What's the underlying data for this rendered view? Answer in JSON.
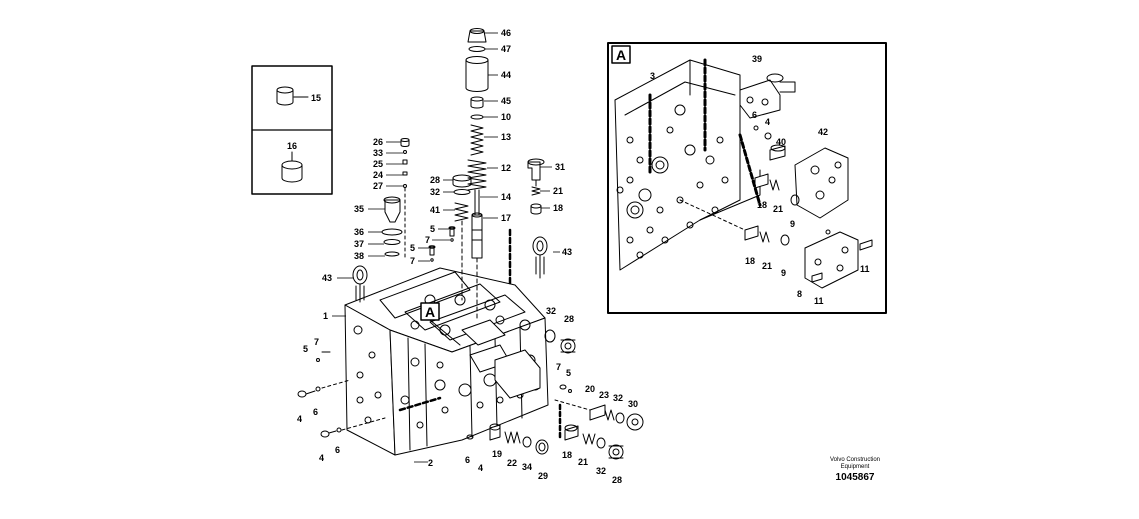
{
  "inset_label": "A",
  "callout_label": "A",
  "caption_line1": "Volvo Construction",
  "caption_line2": "Equipment",
  "part_number": "1045867",
  "colors": {
    "line": "#000000",
    "background": "#ffffff",
    "fill": "#ffffff"
  },
  "callouts": {
    "c46": "46",
    "c47": "47",
    "c44": "44",
    "c45": "45",
    "c10": "10",
    "c13": "13",
    "c12": "12",
    "c14": "14",
    "c17": "17",
    "c31": "31",
    "c21a": "21",
    "c18a": "18",
    "c28a": "28",
    "c32a": "32",
    "c41": "41",
    "c26": "26",
    "c33": "33",
    "c25": "25",
    "c24": "24",
    "c27": "27",
    "c35": "35",
    "c36": "36",
    "c37": "37",
    "c38": "38",
    "c5a": "5",
    "c7a": "7",
    "c5b": "5",
    "c7b": "7",
    "c43a": "43",
    "c43b": "43",
    "c1": "1",
    "c5c": "5",
    "c7c": "7",
    "c4a": "4",
    "c6a": "6",
    "c4b": "4",
    "c6b": "6",
    "c2": "2",
    "c6c": "6",
    "c4c": "4",
    "c19": "19",
    "c22": "22",
    "c34": "34",
    "c29": "29",
    "c18b": "18",
    "c21b": "21",
    "c32b": "32",
    "c28b": "28",
    "c32c": "32",
    "c28c": "28",
    "c7d": "7",
    "c5d": "5",
    "c20": "20",
    "c23": "23",
    "c32d": "32",
    "c30": "30",
    "c15": "15",
    "c16": "16",
    "i3": "3",
    "i39": "39",
    "i6": "6",
    "i4": "4",
    "i40": "40",
    "i42": "42",
    "i18a": "18",
    "i21a": "21",
    "i9a": "9",
    "i18b": "18",
    "i21b": "21",
    "i9b": "9",
    "i8": "8",
    "i11a": "11",
    "i11b": "11"
  }
}
